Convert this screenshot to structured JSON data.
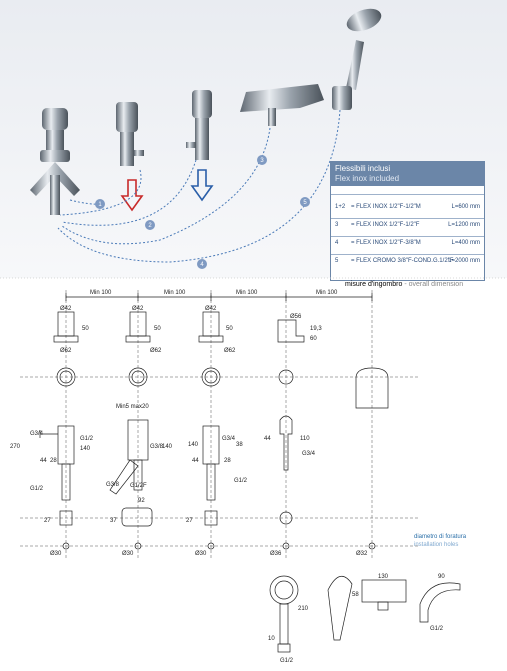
{
  "flex_box": {
    "title": "Flessibili inclusi",
    "subtitle": "Flex inox included",
    "rows": [
      {
        "code": "1+2",
        "desc": "= FLEX INOX 1/2\"F-1/2\"M",
        "length": "L=600 mm"
      },
      {
        "code": "3",
        "desc": "= FLEX INOX 1/2\"F-1/2\"F",
        "length": "L=1200 mm"
      },
      {
        "code": "4",
        "desc": "= FLEX INOX 1/2\"F-3/8\"M",
        "length": "L=400 mm"
      },
      {
        "code": "5",
        "desc": "= FLEX CROMO 3/8\"F-COND.G.1/2\"F",
        "length": "L=2000 mm"
      }
    ]
  },
  "photo_markers": [
    "1",
    "2",
    "3",
    "4",
    "5"
  ],
  "overall_caption": {
    "it": "misure d'ingombro",
    "sep": " - ",
    "en": "overall dimension"
  },
  "drilling_caption": {
    "it": "diametro di foratura",
    "en": "installation holes"
  },
  "spacing": [
    "Min 100",
    "Min 100",
    "Min 100",
    "Min 100"
  ],
  "dims": {
    "d42": "Ø42",
    "d56": "Ø56",
    "d62": "Ø62",
    "d30": "Ø30",
    "d36": "Ø36",
    "d32": "Ø32",
    "h50": "50",
    "h19_3": "19,3",
    "h60": "60",
    "g34": "G3/4",
    "g12": "G1/2",
    "g38": "G3/8",
    "g12f": "G1/2F",
    "g1_2": "G1/2",
    "n44": "44",
    "n28": "28",
    "n140": "140",
    "n110": "110",
    "n210": "210",
    "n10": "10",
    "n27": "27",
    "n37": "37",
    "n92": "92",
    "n130": "130",
    "n90": "90",
    "n58": "58",
    "min_max": "Min5 max20",
    "n270": "270",
    "n38": "38"
  }
}
